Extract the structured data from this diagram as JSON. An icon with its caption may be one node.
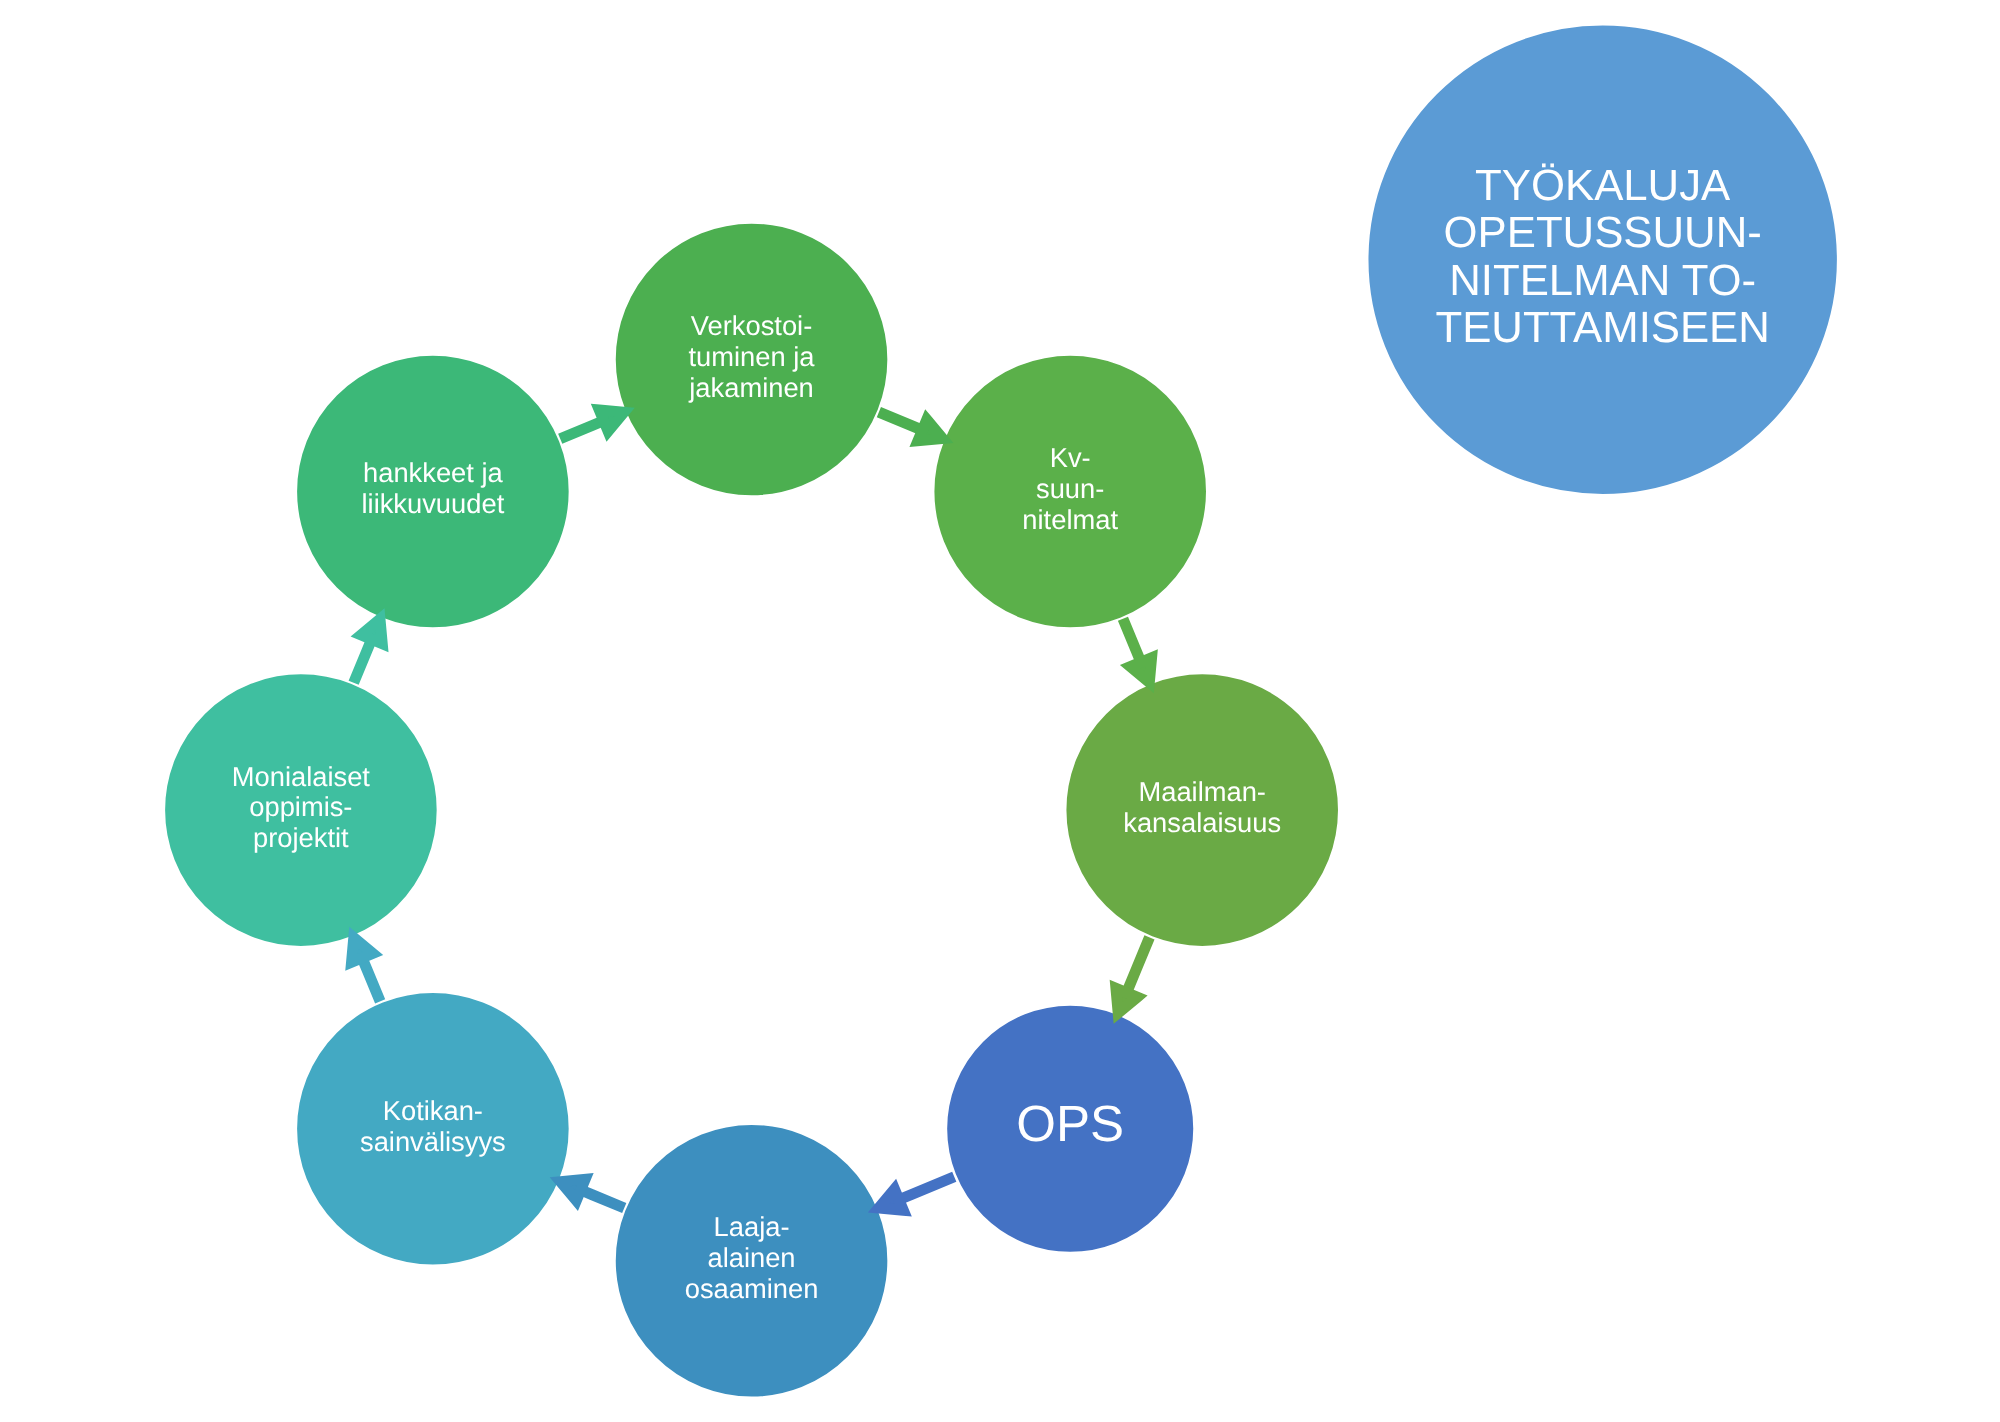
{
  "diagram": {
    "nodes": [
      {
        "text": [
          "TYÖKALUJA OPETUSSUUN-NITELMAN TO-TEUTTAMISEEN"
        ]
      },
      {
        "text": [
          "OPS"
        ]
      },
      {
        "text": [
          "Laaja-alainen osaaminen"
        ]
      },
      {
        "text": [
          "Kotikan-sainvälisyys"
        ]
      },
      {
        "text": [
          "Monialaiset oppimis-projektit"
        ]
      },
      {
        "text": [
          "hankkeet ja liikkuvuudet"
        ]
      },
      {
        "text": [
          "Verkostoi-tuminen ja jakaminen"
        ]
      },
      {
        "text": [
          "Kv-suun-nitelmat"
        ]
      },
      {
        "text": [
          "Maailman-kansalaisuus"
        ]
      }
    ],
    "edges": [
      {
        "from": 1,
        "to": 2,
        "arrow": "to",
        "color": "#4472c4"
      },
      {
        "from": 2,
        "to": 3,
        "arrow": "to",
        "color": "#3d8fbf"
      },
      {
        "from": 3,
        "to": 4,
        "arrow": "to",
        "color": "#43a9c3"
      },
      {
        "from": 4,
        "to": 5,
        "arrow": "to",
        "color": "#3fbfa0"
      },
      {
        "from": 5,
        "to": 6,
        "arrow": "to",
        "color": "#3cb878"
      },
      {
        "from": 6,
        "to": 7,
        "arrow": "to",
        "color": "#4caf50"
      },
      {
        "from": 7,
        "to": 8,
        "arrow": "to",
        "color": "#5bb04a"
      },
      {
        "from": 8,
        "to": 1,
        "arrow": "to",
        "color": "#6aaa45"
      }
    ]
  }
}
